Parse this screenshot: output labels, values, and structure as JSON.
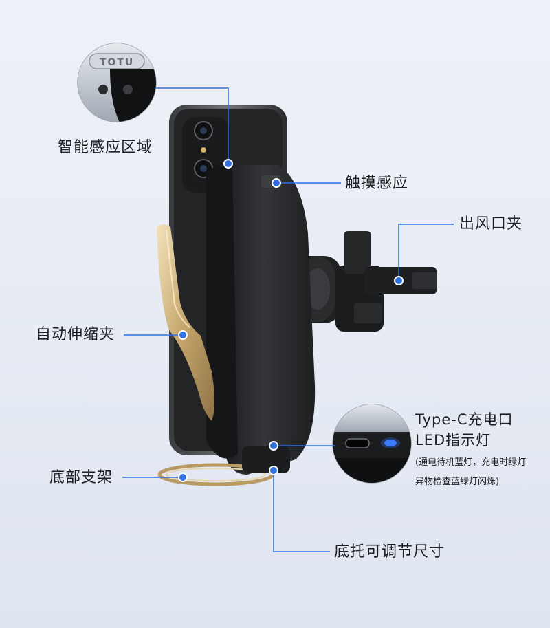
{
  "brand": "TOTU",
  "colors": {
    "leader_line": "#2f6fe0",
    "dot": "#2f6fe0",
    "led": "#3d7cff",
    "gold": "#c8a96b",
    "leather": "#2b2c2e"
  },
  "callouts": {
    "smart_sensor": "智能感应区域",
    "touch_sensor": "触摸感应",
    "vent_clip": "出风口夹",
    "auto_clamp": "自动伸缩夹",
    "base_bracket": "底部支架",
    "type_c": "Type-C充电口",
    "led_indicator": "LED指示灯",
    "led_note_1": "(通电待机蓝灯，充电时绿灯",
    "led_note_2": "异物检查蓝绿灯闪烁)",
    "base_adjust": "底托可调节尺寸"
  }
}
